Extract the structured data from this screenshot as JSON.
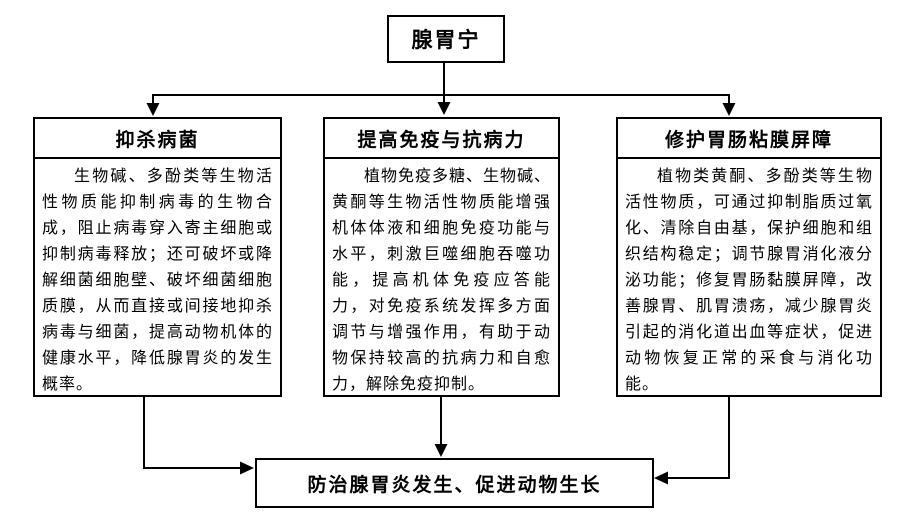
{
  "diagram": {
    "root": {
      "label": "腺胃宁"
    },
    "branches": [
      {
        "title": "抑杀病菌",
        "body": "生物碱、多酚类等生物活性物质能抑制病毒的生物合成，阻止病毒穿入寄主细胞或抑制病毒释放；还可破坏或降解细菌细胞壁、破坏细菌细胞质膜，从而直接或间接地抑杀病毒与细菌，提高动物机体的健康水平，降低腺胃炎的发生概率。"
      },
      {
        "title": "提高免疫与抗病力",
        "body": "植物免疫多糖、生物碱、黄酮等生物活性物质能增强机体体液和细胞免疫功能与水平，刺激巨噬细胞吞噬功能，提高机体免疫应答能力，对免疫系统发挥多方面调节与增强作用，有助于动物保持较高的抗病力和自愈力，解除免疫抑制。"
      },
      {
        "title": "修护胃肠粘膜屏障",
        "body": "植物类黄酮、多酚类等生物活性物质，可通过抑制脂质过氧化、清除自由基，保护细胞和组织结构稳定；调节腺胃消化液分泌功能；修复胃肠黏膜屏障，改善腺胃、肌胃溃疡，减少腺胃炎引起的消化道出血等症状，促进动物恢复正常的采食与消化功能。"
      }
    ],
    "outcome": {
      "label": "防治腺胃炎发生、促进动物生长"
    },
    "colors": {
      "line": "#000000",
      "text": "#000000",
      "box_border": "#000000",
      "background": "#ffffff"
    }
  }
}
